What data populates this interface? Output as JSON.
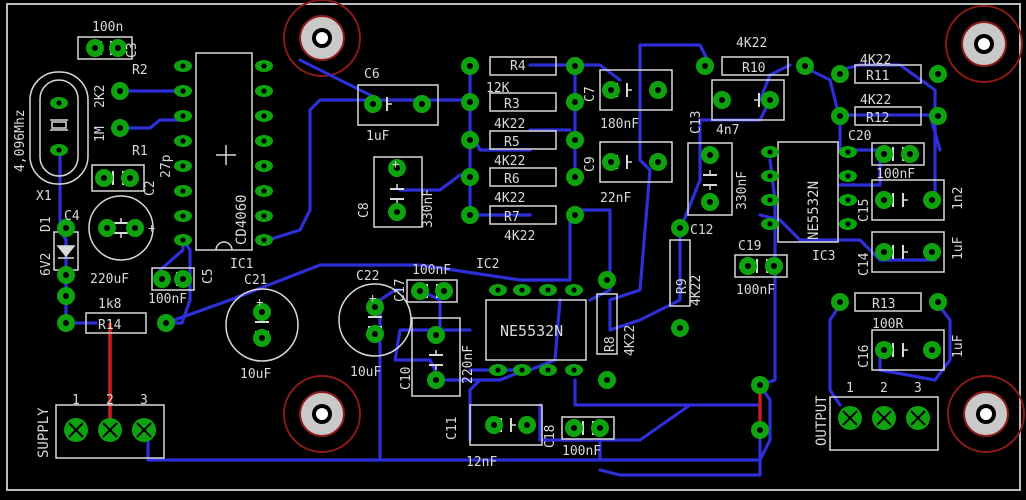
{
  "colors": {
    "background": "#000000",
    "trace": "#2f2fd8",
    "jumper": "#c81e1e",
    "pad": "#0ea30e",
    "silk": "#d9d9d9",
    "outline": "#bdbdbd",
    "mount": "#8b1a1a"
  },
  "labels": {
    "c3_value": "100n",
    "c3_name": "C3",
    "r2_value": "2K2",
    "r2_name": "R2",
    "r1_value": "1M",
    "r1_name": "R1",
    "x1_name": "X1",
    "x1_value": "4,096Mhz",
    "c2_name": "C2",
    "c2_value": "27p",
    "ic1_part": "CD4060",
    "ic1_name": "IC1",
    "d1_name": "D1",
    "d1_value": "6V2",
    "c4_name": "C4",
    "c4_value": "220uF",
    "c5_name": "C5",
    "c5_value": "100nF",
    "r14_value": "1k8",
    "r14_name": "R14",
    "supply": "SUPPLY",
    "supply_pin1": "1",
    "supply_pin2": "2",
    "supply_pin3": "3",
    "c6_name": "C6",
    "c6_value": "1uF",
    "c8_name": "C8",
    "c8_value": "330nF",
    "c21_name": "C21",
    "c21_value": "10uF",
    "c22_name": "C22",
    "c22_value": "10uF",
    "r4_name": "R4",
    "r4_value": "12K",
    "r3_name": "R3",
    "r3_value": "4K22",
    "r5_name": "R5",
    "r5_value": "4K22",
    "r6_name": "R6",
    "r6_value": "4K22",
    "r7_name": "R7",
    "r7_value": "4K22",
    "c7_name": "C7",
    "c7_value": "180nF",
    "c9_name": "C9",
    "c9_value": "22nF",
    "c17_name": "C17",
    "c17_value": "100nF",
    "ic2_name": "IC2",
    "ic2_part": "NE5532N",
    "c10_name": "C10",
    "c10_value": "220nF",
    "r8_name": "R8",
    "r8_value": "4K22",
    "c11_name": "C11",
    "c11_value": "12nF",
    "c18_name": "C18",
    "c18_value": "100nF",
    "r10_name": "R10",
    "r10_value": "4K22",
    "c13_name": "C13",
    "c13_value": "4n7",
    "c12_name": "C12",
    "c12_value": "330nF",
    "r9_name": "R9",
    "r9_value": "4K22",
    "c19_name": "C19",
    "c19_value": "100nF",
    "r11_name": "R11",
    "r11_value": "4K22",
    "r12_name": "R12",
    "r12_value": "4K22",
    "c20_name": "C20",
    "c20_value": "100nF",
    "ic3_name": "IC3",
    "ic3_part": "NE5532N",
    "c15_name": "C15",
    "c15_value": "1n2",
    "c14_name": "C14",
    "c14_value": "1uF",
    "r13_name": "R13",
    "r13_value": "100R",
    "c16_name": "C16",
    "c16_value": "1uF",
    "output": "OUTPUT",
    "output_pin1": "1",
    "output_pin2": "2",
    "output_pin3": "3"
  }
}
